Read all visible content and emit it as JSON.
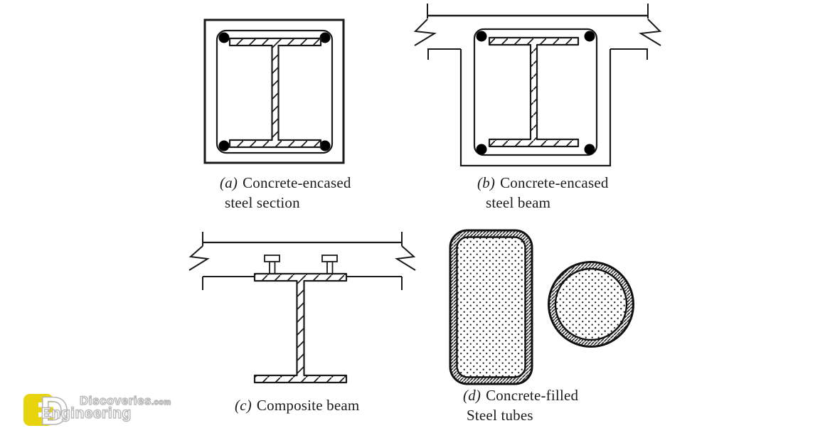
{
  "figure": {
    "background": "#ffffff",
    "line_color": "#1a1a1a",
    "rebar_dot_color": "#000000",
    "captions": {
      "a": {
        "index": "(a)",
        "line1": "Concrete-encased",
        "line2": "steel section"
      },
      "b": {
        "index": "(b)",
        "line1": "Concrete-encased",
        "line2": "steel beam"
      },
      "c": {
        "index": "(c)",
        "line1": "Composite beam",
        "line2": ""
      },
      "d": {
        "index": "(d)",
        "line1": "Concrete-filled",
        "line2": "Steel tubes"
      }
    }
  },
  "watermark": {
    "logo_letter": "D",
    "brand_line1": "Discoveries",
    "brand_line1_suffix": ".com",
    "brand_line2": "Engineering",
    "logo_yellow": "#e8d40c",
    "outline_gray": "#b5b5b5"
  }
}
